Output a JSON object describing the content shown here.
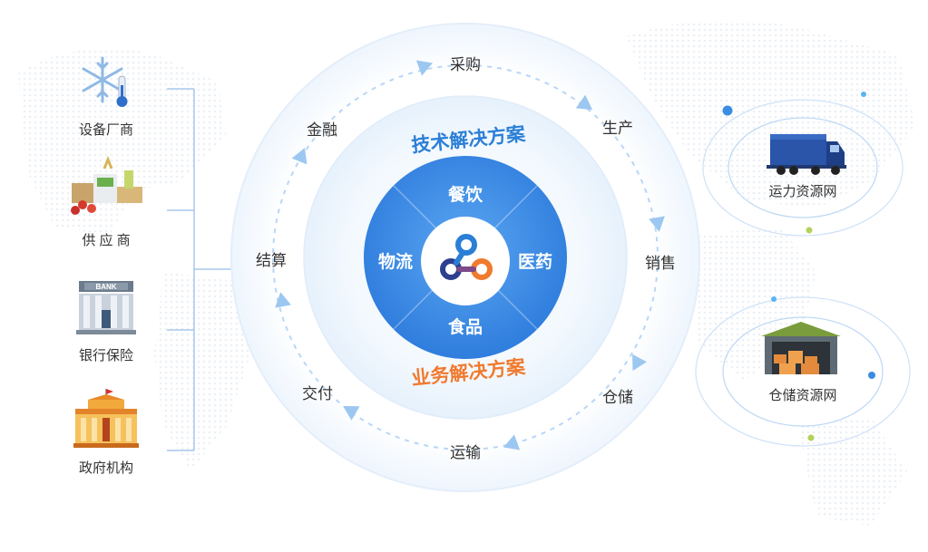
{
  "left_column": {
    "items": [
      {
        "label": "设备厂商",
        "icon": "snowflake-thermometer-icon"
      },
      {
        "label": "供 应 商",
        "icon": "groceries-icon"
      },
      {
        "label": "银行保险",
        "icon": "bank-building-icon"
      },
      {
        "label": "政府机构",
        "icon": "government-building-icon"
      }
    ],
    "bank_sign": "BANK"
  },
  "cycle": {
    "procure": "采购",
    "produce": "生产",
    "sales": "销售",
    "warehouse": "仓储",
    "transport": "运输",
    "delivery": "交付",
    "settlement": "结算",
    "finance": "金融"
  },
  "inner_ring": {
    "tech_title": "技术解决方案",
    "business_title": "业务解决方案"
  },
  "core": {
    "top": "餐饮",
    "left": "物流",
    "right": "医药",
    "bottom": "食品",
    "logo": "chain-logo-icon"
  },
  "right_column": {
    "transport_network": "运力资源网",
    "warehouse_network": "仓储资源网",
    "transport_icon": "truck-icon",
    "warehouse_icon": "warehouse-icon"
  },
  "colors": {
    "tech_blue": "#2b7fd6",
    "business_orange": "#f07a2e",
    "core_blue": "#3f8ee6",
    "arrow_blue": "#a9cdf3"
  }
}
